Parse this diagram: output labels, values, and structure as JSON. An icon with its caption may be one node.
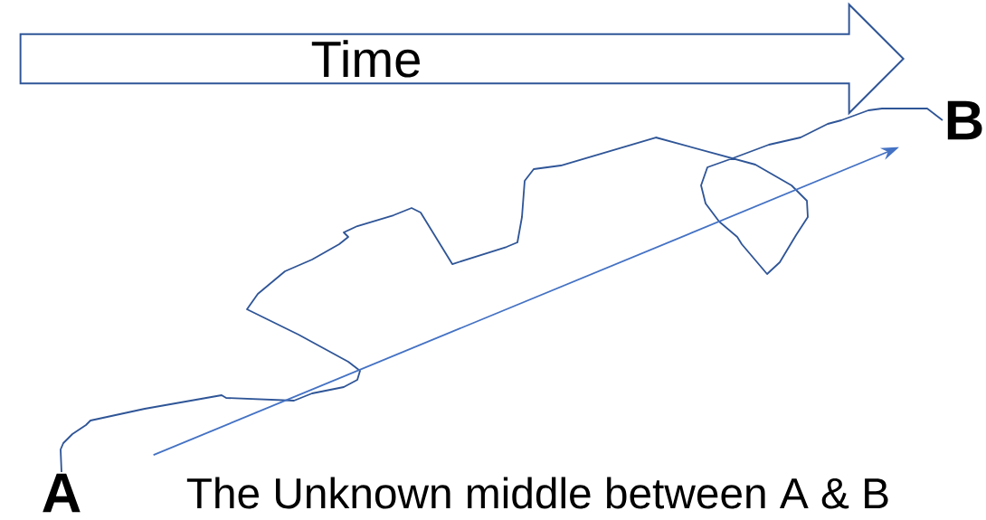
{
  "diagram": {
    "nodes": [
      {
        "text": [
          "Time"
        ]
      },
      {
        "text": [
          "A"
        ]
      },
      {
        "text": [
          "B"
        ]
      }
    ],
    "edges": [
      {
        "from": 1,
        "to": 2,
        "arrow": "none"
      },
      {
        "from": 1,
        "to": 2,
        "arrow": "to",
        "color": "#4472c4"
      }
    ],
    "labels": [
      "The Unknown middle between A & B"
    ]
  }
}
